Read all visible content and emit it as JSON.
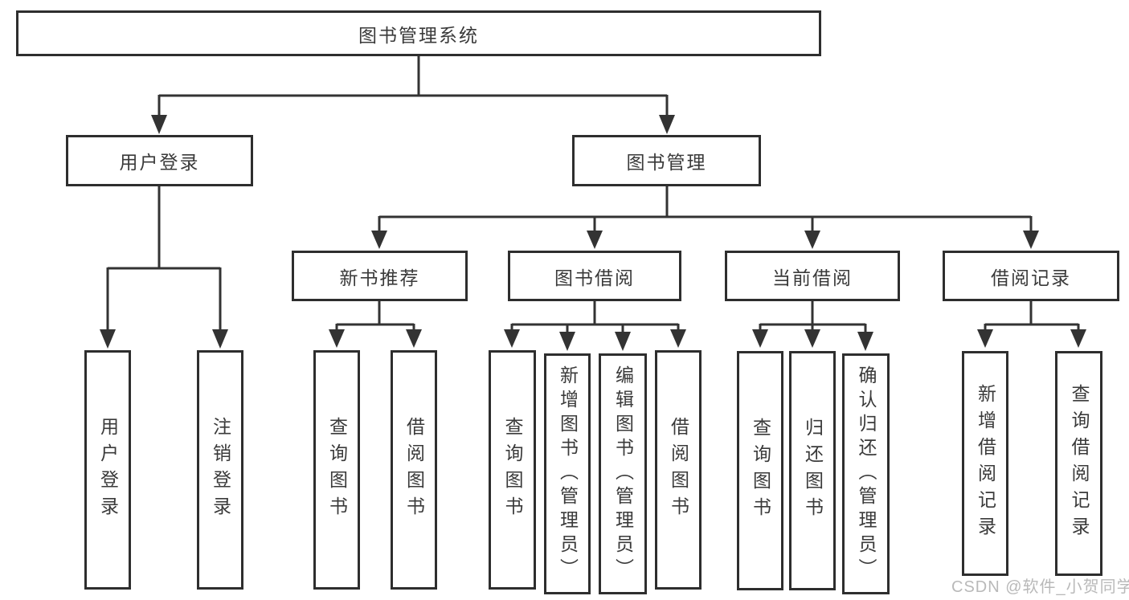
{
  "diagram_title": "图书管理系统",
  "colors": {
    "background": "#ffffff",
    "line": "#333333",
    "box_border": "#2e2e2e",
    "text": "#3a3a3a",
    "watermark": "#b9b9b9"
  },
  "tree": {
    "root": {
      "label": "图书管理系统"
    },
    "branches": [
      {
        "label": "用户登录",
        "children": [
          {
            "label": "用户登录"
          },
          {
            "label": "注销登录"
          }
        ]
      },
      {
        "label": "图书管理",
        "children": [
          {
            "label": "新书推荐",
            "children": [
              {
                "label": "查询图书"
              },
              {
                "label": "借阅图书"
              }
            ]
          },
          {
            "label": "图书借阅",
            "children": [
              {
                "label": "查询图书"
              },
              {
                "label": "新增图书（管理员）"
              },
              {
                "label": "编辑图书（管理员）"
              },
              {
                "label": "借阅图书"
              }
            ]
          },
          {
            "label": "当前借阅",
            "children": [
              {
                "label": "查询图书"
              },
              {
                "label": "归还图书"
              },
              {
                "label": "确认归还（管理员）"
              }
            ]
          },
          {
            "label": "借阅记录",
            "children": [
              {
                "label": "新增借阅记录"
              },
              {
                "label": "查询借阅记录"
              }
            ]
          }
        ]
      }
    ]
  },
  "watermark": {
    "text": "CSDN @软件_小贺同学"
  }
}
